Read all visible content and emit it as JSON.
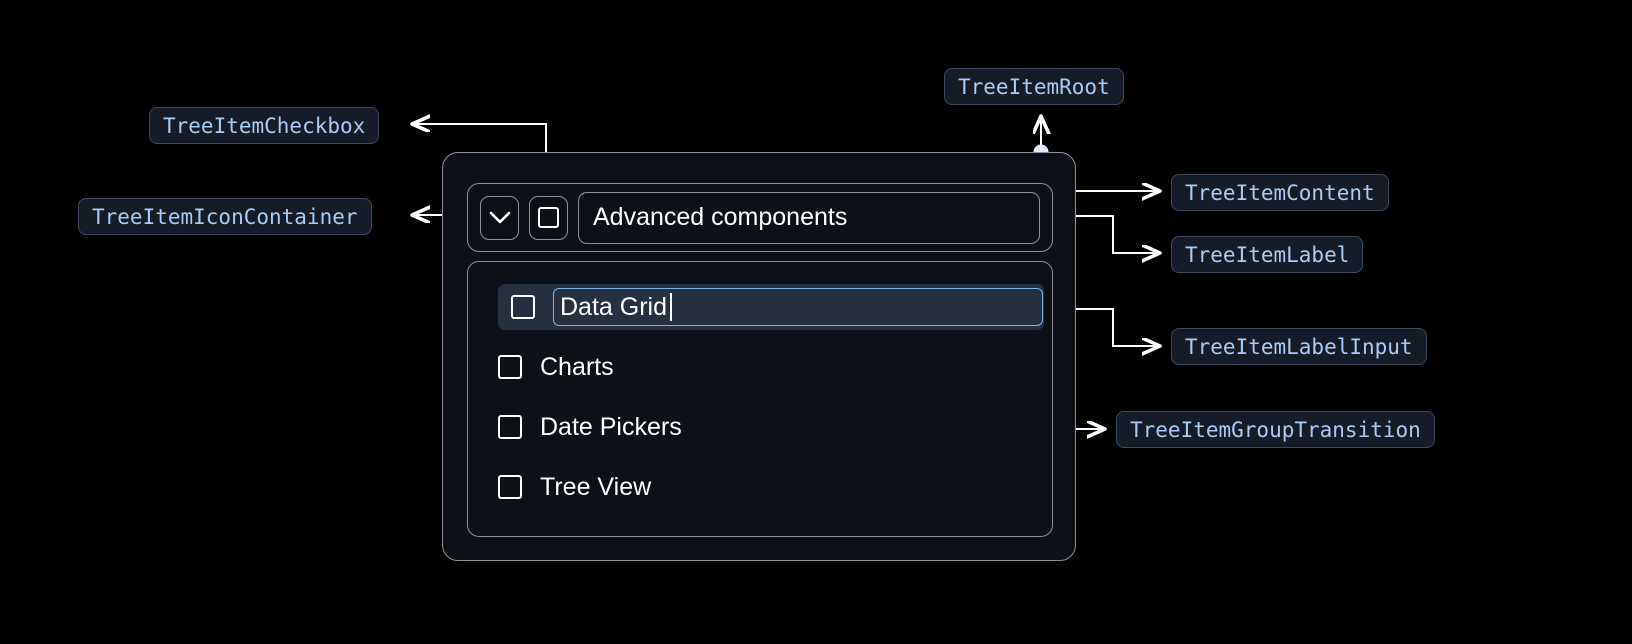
{
  "theme": {
    "page_background": "#000000",
    "badge_background": "#151c27",
    "badge_border": "#3b4a60",
    "badge_text": "#a9cbf5",
    "card_background": "#0d1117",
    "card_border": "#8d9199",
    "selected_row_background": "#253040",
    "input_focus_border": "#7ab3e8",
    "connector": "#ffffff",
    "connector_dot": "#e3edf9",
    "text": "#ffffff"
  },
  "annotations": [
    {
      "id": "tree-item-checkbox",
      "label": "TreeItemCheckbox"
    },
    {
      "id": "tree-item-icon-container",
      "label": "TreeItemIconContainer"
    },
    {
      "id": "tree-item-root",
      "label": "TreeItemRoot"
    },
    {
      "id": "tree-item-content",
      "label": "TreeItemContent"
    },
    {
      "id": "tree-item-label",
      "label": "TreeItemLabel"
    },
    {
      "id": "tree-item-label-input",
      "label": "TreeItemLabelInput"
    },
    {
      "id": "tree-item-group-transition",
      "label": "TreeItemGroupTransition"
    }
  ],
  "tree": {
    "icon_container": {
      "icon": "chevron-down-icon",
      "expanded": true
    },
    "checkbox": {
      "icon": "checkbox-unchecked-icon",
      "checked": false
    },
    "label": "Advanced components",
    "children": [
      {
        "label": "Data Grid",
        "checked": false,
        "editing": true,
        "selected": true
      },
      {
        "label": "Charts",
        "checked": false,
        "editing": false,
        "selected": false
      },
      {
        "label": "Date Pickers",
        "checked": false,
        "editing": false,
        "selected": false
      },
      {
        "label": "Tree View",
        "checked": false,
        "editing": false,
        "selected": false
      }
    ]
  }
}
